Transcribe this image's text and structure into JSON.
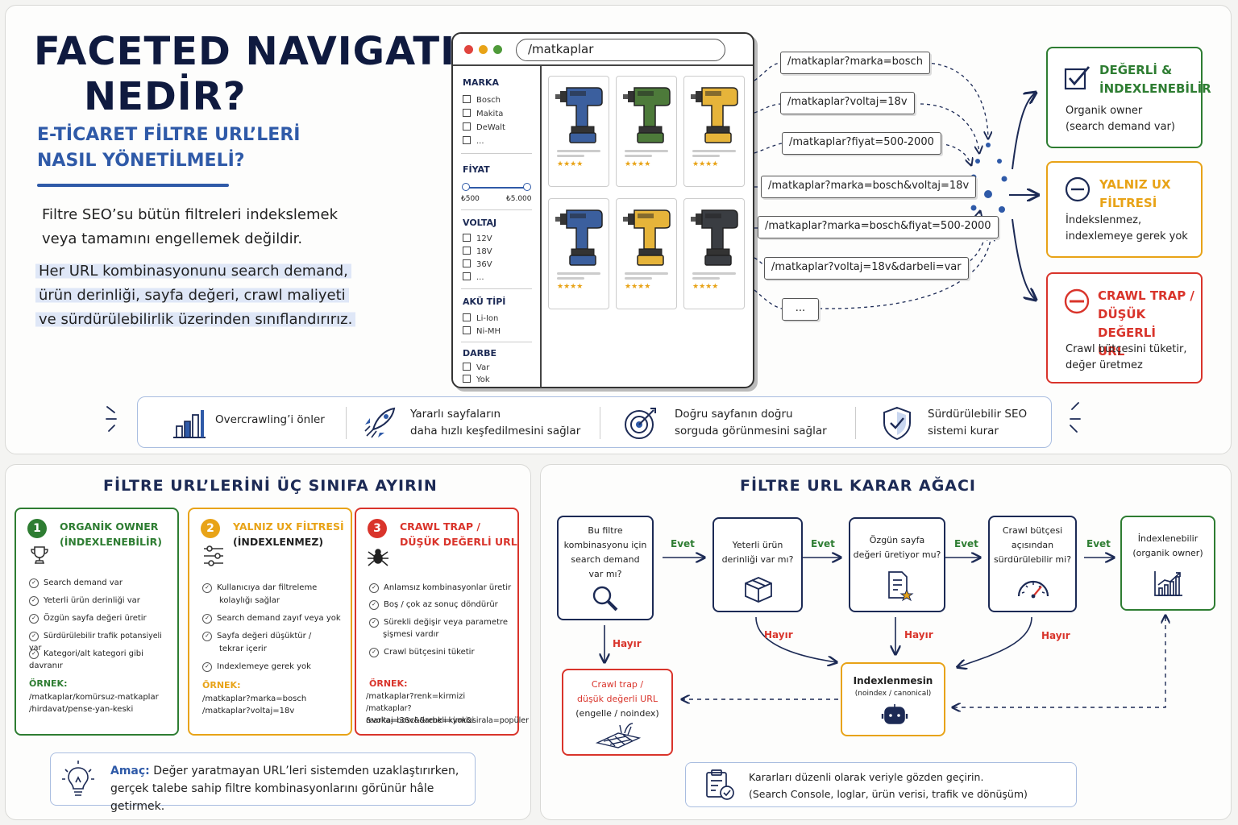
{
  "hero": {
    "title_line1": "FACETED NAVIGATION",
    "title_line2": "NEDİR?",
    "subtitle_line1": "E-TİCARET FİLTRE URL’LERİ",
    "subtitle_line2": "NASIL YÖNETİLMELİ?",
    "intro_line1": "Filtre SEO’su bütün filtreleri indekslemek",
    "intro_line2": "veya tamamını engellemek değildir.",
    "hl_line1": "Her URL kombinasyonunu search demand,",
    "hl_line2": "ürün derinliği, sayfa değeri, crawl maliyeti",
    "hl_line3": "ve sürdürülebilirlik üzerinden sınıflandırırız."
  },
  "browser": {
    "url": "/matkaplar",
    "facets": {
      "marka": {
        "label": "MARKA",
        "options": [
          "Bosch",
          "Makita",
          "DeWalt",
          "..."
        ]
      },
      "fiyat": {
        "label": "FİYAT",
        "min": "₺500",
        "max": "₺5.000"
      },
      "voltaj": {
        "label": "VOLTAJ",
        "options": [
          "12V",
          "18V",
          "36V",
          "..."
        ]
      },
      "aku": {
        "label": "AKÜ TİPİ",
        "options": [
          "Li-Ion",
          "Ni-MH"
        ]
      },
      "darbe": {
        "label": "DARBE",
        "options": [
          "Var",
          "Yok"
        ]
      }
    },
    "product_stars": "★★★★",
    "drill_colors": [
      "#3b5f9e",
      "#4d7a3a",
      "#e6b43a",
      "#3b5f9e",
      "#e6b43a",
      "#3a3d42"
    ]
  },
  "urls": [
    "/matkaplar?marka=bosch",
    "/matkaplar?voltaj=18v",
    "/matkaplar?fiyat=500-2000",
    "/matkaplar?marka=bosch&voltaj=18v",
    "/matkaplar?marka=bosch&fiyat=500-2000",
    "/matkaplar?voltaj=18v&darbeli=var",
    "..."
  ],
  "outcomes": {
    "valuable": {
      "title_l1": "DEĞERLİ &",
      "title_l2": "İNDEXLENEBİLİR",
      "desc_l1": "Organik owner",
      "desc_l2": "(search demand var)",
      "color": "#2e7d32"
    },
    "ux": {
      "title_l1": "YALNIZ UX",
      "title_l2": "FİLTRESİ",
      "desc_l1": "İndekslenmez,",
      "desc_l2": "indexlemeye gerek yok",
      "color": "#e8a317"
    },
    "trap": {
      "title_l1": "CRAWL TRAP /",
      "title_l2": "DÜŞÜK DEĞERLİ",
      "title_l3": "URL",
      "desc_l1": "Crawl bütçesini tüketir,",
      "desc_l2": "değer üretmez",
      "color": "#d9342b"
    }
  },
  "benefits": {
    "b1": "Overcrawling’i önler",
    "b2_l1": "Yararlı sayfaların",
    "b2_l2": "daha hızlı keşfedilmesini sağlar",
    "b3_l1": "Doğru sayfanın doğru",
    "b3_l2": "sorguda görünmesini sağlar",
    "b4_l1": "Sürdürülebilir SEO",
    "b4_l2": "sistemi kurar"
  },
  "classes": {
    "title": "FİLTRE URL’LERİNİ ÜÇ SINIFA AYIRIN",
    "c1": {
      "num": "1",
      "title_l1": "ORGANİK OWNER",
      "title_l2": "(İNDEXLENEBİLİR)",
      "items": [
        "Search demand var",
        "Yeterli ürün derinliği var",
        "Özgün sayfa değeri üretir",
        "Sürdürülebilir trafik potansiyeli var",
        "Kategori/alt kategori gibi davranır"
      ],
      "example_label": "ÖRNEK:",
      "examples": [
        "/matkaplar/komürsuz-matkaplar",
        "/hirdavat/pense-yan-keski"
      ]
    },
    "c2": {
      "num": "2",
      "title_l1": "YALNIZ UX FİLTRESİ",
      "title_l2": "(İNDEXLENMEZ)",
      "items": [
        "Kullanıcıya dar filtreleme",
        "kolaylığı sağlar",
        "Search demand zayıf veya yok",
        "Sayfa değeri düşüktür /",
        "tekrar içerir",
        "Indexlemeye gerek yok"
      ],
      "example_label": "ÖRNEK:",
      "examples": [
        "/matkaplar?marka=bosch",
        "/matkaplar?voltaj=18v"
      ]
    },
    "c3": {
      "num": "3",
      "title_l1": "CRAWL TRAP /",
      "title_l2": "DÜŞÜK DEĞERLİ URL",
      "items": [
        "Anlamsız kombinasyonlar üretir",
        "Boş / çok az sonuç döndürür",
        "Sürekli değişir veya parametre",
        "şişmesi vardır",
        "Crawl bütçesini tüketir"
      ],
      "example_label": "ÖRNEK:",
      "examples": [
        "/matkaplar?renk=kirmizi",
        "/matkaplar?marka=bosch&renk=kirmizi",
        "&voltaj=36v&darbeli=yok&sirala=popüler"
      ]
    },
    "goal_label": "Amaç:",
    "goal_l1": "Değer yaratmayan URL’leri sistemden uzaklaştırırken,",
    "goal_l2": "gerçek talebe sahip filtre kombinasyonlarını görünür hâle getirmek."
  },
  "tree": {
    "title": "FİLTRE URL KARAR AĞACI",
    "q1": [
      "Bu filtre",
      "kombinasyonu için",
      "search demand",
      "var mı?"
    ],
    "q2": [
      "Yeterli ürün",
      "derinliği var mı?"
    ],
    "q3": [
      "Özgün sayfa",
      "değeri üretiyor mu?"
    ],
    "q4": [
      "Crawl bütçesi",
      "açısından",
      "sürdürülebilir mi?"
    ],
    "yes_result": [
      "İndexlenebilir",
      "(organik owner)"
    ],
    "trap_result": [
      "Crawl trap /",
      "düşük değerli URL",
      "(engelle / noindex)"
    ],
    "noindex_title": "Indexlenmesin",
    "noindex_sub": "(noindex / canonical)",
    "yes": "Evet",
    "no": "Hayır",
    "review_l1": "Kararları düzenli olarak veriyle gözden geçirin.",
    "review_l2": "(Search Console, loglar, ürün verisi, trafik ve dönüşüm)"
  }
}
